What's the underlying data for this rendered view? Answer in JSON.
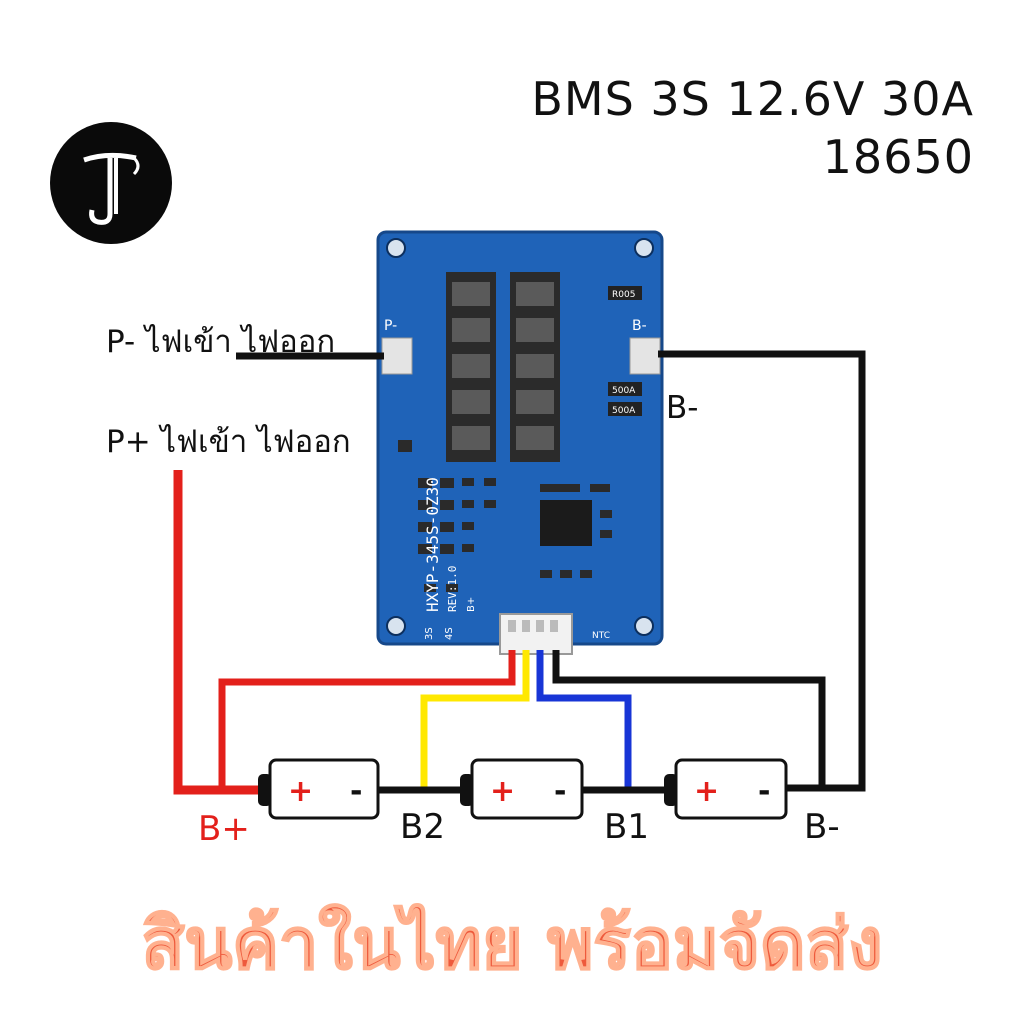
{
  "title": {
    "line1": "BMS 3S 12.6V 30A",
    "line2": "18650"
  },
  "logo": {
    "letters": "JT",
    "icon": "jt-logo"
  },
  "labels": {
    "p_minus": "P- ไฟเข้า ไฟออก",
    "p_plus": "P+ ไฟเข้า ไฟออก",
    "b_minus_side": "B-"
  },
  "board": {
    "model": "HXYP-345S-0Z30",
    "rev": "REV:1.0",
    "p_minus_pad": "P-",
    "b_minus_pad": "B-",
    "resistor_r005": "R005",
    "resistor_500a": "500A",
    "resistor_500b": "500A",
    "ntc": "NTC",
    "mark_3s": "3S",
    "mark_4s": "4S",
    "mark_bplus": "B+"
  },
  "terminals": {
    "b_plus": "B+",
    "b2": "B2",
    "b1": "B1",
    "b_minus": "B-"
  },
  "battery_signs": {
    "plus": "+",
    "minus": "-"
  },
  "banner": "สินค้าในไทย พร้อมจัดส่ง",
  "colors": {
    "board": "#1f63b8",
    "wire_red": "#e3201b",
    "wire_yellow": "#ffe800",
    "wire_blue": "#1835d6",
    "wire_black": "#111111",
    "banner": "#ee5a3c"
  }
}
